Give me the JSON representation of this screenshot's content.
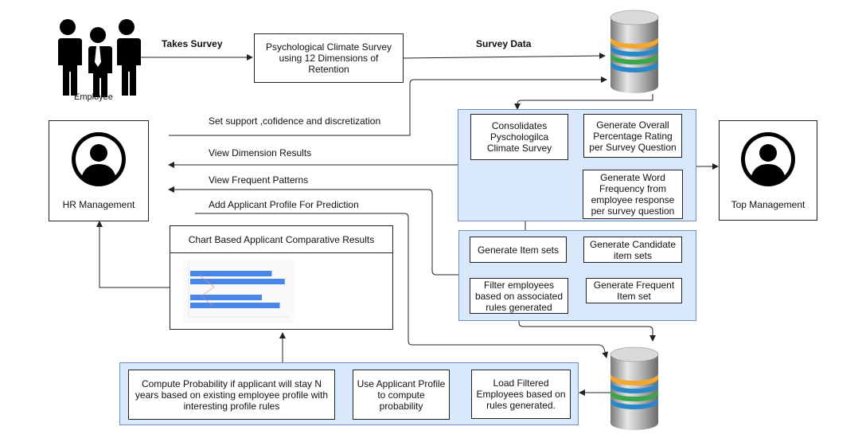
{
  "actors": {
    "employee": "Employee",
    "hr": "HR  Management",
    "top": "Top Management"
  },
  "edges": {
    "takes_survey": "Takes Survey",
    "survey_data": "Survey Data",
    "set_support": "Set support ,cofidence and discretization",
    "view_dimension": "View Dimension Results",
    "view_patterns": "View Frequent Patterns",
    "add_profile": "Add Applicant Profile For Prediction"
  },
  "nodes": {
    "survey": "Psychological Climate Survey using 12 Dimensions of Retention",
    "consolidates": "Consolidates Pyschologilca Climate Survey",
    "overall": "Generate Overall Percentage Rating per Survey Question",
    "word_freq": "Generate Word Frequency from employee response per survey question",
    "item_sets": "Generate Item sets",
    "candidate": "Generate Candidate item sets",
    "filter": "Filter employees based on associated rules generated",
    "frequent": "Generate Frequent Item set",
    "chart_title": "Chart Based Applicant Comparative Results",
    "compute": "Compute Probability if  applicant will stay N years based on existing employee profile with interesting profile rules",
    "use_profile": "Use Applicant Profile to compute probability",
    "load_filtered": "Load Filtered Employees based on rules generated."
  },
  "icons": {
    "employees": "employees-group-icon",
    "database": "database-icon",
    "person": "person-avatar-icon"
  },
  "colors": {
    "panel_fill": "#dae8fc",
    "panel_border": "#6c8ebf",
    "bar": "#4a86e8"
  },
  "mini_chart": {
    "bars": [
      0.82,
      0.95,
      0.72,
      0.9
    ]
  }
}
